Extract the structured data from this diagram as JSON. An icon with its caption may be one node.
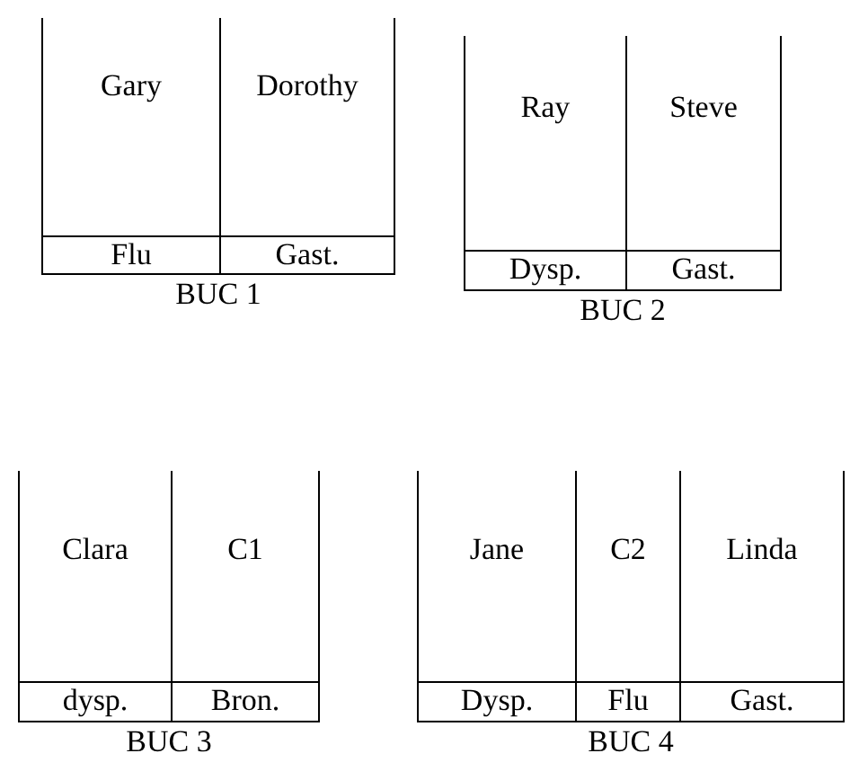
{
  "diagram": {
    "nodes": [
      {
        "text": [
          "BUC 1"
        ]
      },
      {
        "text": [
          "Gary",
          "Flu"
        ],
        "in": 0
      },
      {
        "text": [
          "Dorothy",
          "Gast."
        ],
        "in": 0
      },
      {
        "text": [
          "BUC 2"
        ]
      },
      {
        "text": [
          "Ray",
          "Dysp."
        ],
        "in": 3
      },
      {
        "text": [
          "Steve",
          "Gast."
        ],
        "in": 3
      },
      {
        "text": [
          "BUC 3"
        ]
      },
      {
        "text": [
          "Clara",
          "dysp."
        ],
        "in": 6
      },
      {
        "text": [
          "C1",
          "Bron."
        ],
        "in": 6
      },
      {
        "text": [
          "BUC 4"
        ]
      },
      {
        "text": [
          "Jane",
          "Dysp."
        ],
        "in": 9
      },
      {
        "text": [
          "C2",
          "Flu"
        ],
        "in": 9
      },
      {
        "text": [
          "Linda",
          "Gast."
        ],
        "in": 9
      }
    ]
  }
}
